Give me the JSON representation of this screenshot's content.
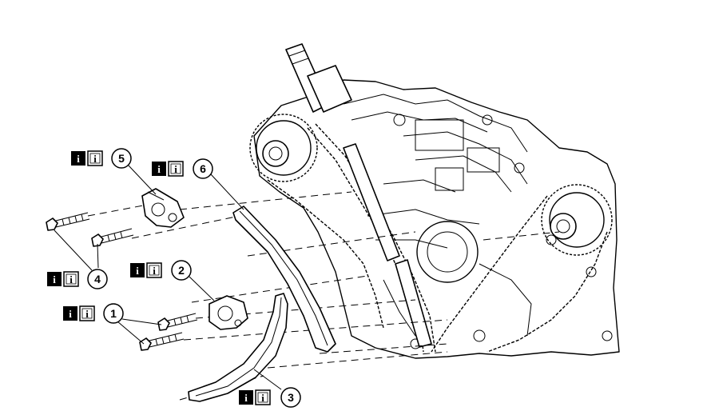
{
  "diagram": {
    "callouts": [
      {
        "id": "1",
        "label": "1",
        "info_icons": [
          "info-icon-filled",
          "info-icon-outline"
        ]
      },
      {
        "id": "2",
        "label": "2",
        "info_icons": [
          "info-icon-filled",
          "info-icon-outline"
        ]
      },
      {
        "id": "3",
        "label": "3",
        "info_icons": [
          "info-icon-filled",
          "info-icon-outline"
        ]
      },
      {
        "id": "4",
        "label": "4",
        "info_icons": [
          "info-icon-filled",
          "info-icon-outline"
        ]
      },
      {
        "id": "5",
        "label": "5",
        "info_icons": [
          "info-icon-filled",
          "info-icon-outline"
        ]
      },
      {
        "id": "6",
        "label": "6",
        "info_icons": [
          "info-icon-filled",
          "info-icon-outline"
        ]
      }
    ],
    "info_glyph": "i",
    "colors": {
      "line": "#000000",
      "background": "#ffffff"
    }
  }
}
